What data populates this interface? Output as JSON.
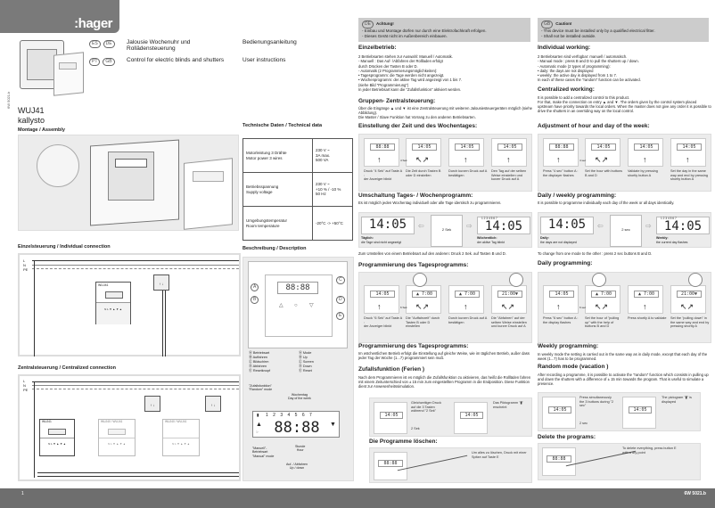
{
  "header": {
    "brand": ":hager",
    "lang_badges_row1": [
      "ES",
      "DE"
    ],
    "lang_badges_row2": [
      "PT",
      "GB"
    ],
    "title_de": "Jalousie Wochenuhr und Rollädensteuerung",
    "title_en": "Control for electric blinds and shutters",
    "doc_type_de": "Bedienungsanleitung",
    "doc_type_en": "User instructions",
    "side_code": "6W 5021.b",
    "model": "WUJ41",
    "model_line": "kallysto"
  },
  "left": {
    "assembly_heading": "Montage / Assembly",
    "individual_heading": "Einzelsteuerung / Individual connection",
    "centralized_heading": "Zentralsteuerung / Centralized connection",
    "wire_labels": [
      "L",
      "N",
      "PE"
    ],
    "individual_device": "WUJ41",
    "terminals": "N L ▼ ▲  ▼ ▲",
    "central_devices": [
      "WUJ41",
      "WUJ40 / WUJ41",
      "WUJ40 / WUJ41"
    ]
  },
  "tech": {
    "heading": "Technische Daten / Technical data",
    "rows": [
      {
        "label": "Motorleistung 3 Drähte\nMotor power 3 wires",
        "value": "230 V ~\n3A max.\n500 VA"
      },
      {
        "label": "Betriebsspannung\nSupply voltage",
        "value": "230 V ~\n+10 % / -10 %\n50 Hz"
      },
      {
        "label": "Umgebungstemperatur\nRoom temperature",
        "value": "-20°C -> +50°C"
      }
    ]
  },
  "description": {
    "heading": "Beschreibung / Description",
    "callouts": [
      "A",
      "B",
      "C",
      "D",
      "E"
    ],
    "legend_de": [
      "Ⓐ Betriebsart",
      "Ⓑ Auffahren",
      "Ⓒ Bildschirm",
      "Ⓓ Abfahren",
      "Ⓔ Resetknopf"
    ],
    "legend_en": [
      "Ⓐ Mode",
      "Ⓑ Up",
      "Ⓒ Screen",
      "Ⓓ Down",
      "Ⓔ Reset"
    ],
    "random_label": "\"Zufallsfunktion\"\n\"Random\" mode",
    "weekday_label": "Wochentag\nDay of the week",
    "days": "1 2 3 4 5 6 7",
    "display": "88:88",
    "manual_label": "\"Manuell\"-\nBetriebsart\n\"Manual\" mode",
    "hour_label": "Stunde\nHour",
    "updown_label": "Auf- / Abfahren\nUp / down"
  },
  "de": {
    "alert_title": "Achtung!",
    "alert_lines": [
      "- Einbau und Montage dürfen nur durch eine Elektrofachkraft erfolgen.",
      "- Dieses Gerät nicht im Außenbereich einbauen."
    ],
    "einzel_heading": "Einzelbetrieb:",
    "einzel_text": "2 Betriebsarten stehen zur Auswahl: Manuell / Automatik.\n- Manuell : Das Auf- /Abfahren der Rollladen erfolgt\n                durch Drücken der Tasten B oder D.\n- Automatik (2 Programmierungsmöglichkeiten):\n  • Tagesprogramm: die Tage werden nicht angezeigt.\n  • Wochenprogramm: der aktive Tag wird angezeigt von 1 bis 7.\n   (siehe Bild \"Programmierung\")\nIn jeder Betriebsart kann die \"Zufallsfunktion\" aktiviert werden.",
    "gruppen_heading": "Gruppen- Zentralsteuerung:",
    "gruppen_text": "Über die Eingänge ▲ und ▼ ist eine Zentralsteuerung mit weiteren Jalousiesteuergeräten möglich (siehe Abbildung).\nDie Master / Slave Funktion hat Vorrang zu den anderen Betriebsarten.",
    "zeit_heading": "Einstellung der Zeit und des Wochentages:",
    "zeit_steps": [
      "Druck \"4 Sek\" auf Taste A :\nder Anzeiger blinkt",
      "Die Zeit durch Tasten B oder D einstellen",
      "Durch kurzen Druck auf A bestätigen",
      "Den Tag auf der selben Weise einstellen und kurzer Druck auf A"
    ],
    "zeit_lcd": [
      "88:88",
      "14:05",
      "14:05",
      "14:05"
    ],
    "sec4": "4 Sek",
    "umschalt_heading": "Umschaltung Tages- / Wochenprogramm:",
    "umschalt_text": "Es ist möglich jeden Wochentag individuell oder alle Tage identisch zu programmieren.",
    "daily_label": "Täglich:",
    "daily_sub": "die Tage sind nicht angezeigt",
    "weekly_label": "Wöchentlich:",
    "weekly_sub": "der aktive Tag blinkt",
    "time": "14:05",
    "sec2": "2 Sek",
    "umstellen": "Zum Umstellen von einem Betriebsart auf den anderen: Druck 2 Sek. auf Tasten B und D.",
    "tages_heading": "Programmierung des Tagesprogramms:",
    "tages_steps": [
      "Druck \"6 Sek\" auf Taste A :\nder Anzeiger blinkt",
      "Die \"Auffahrzeit\" durch Tasten B oder D einstellen",
      "Durch kurzen Druck auf A bestätigen",
      "Die \"Abfahren\" auf der selben Weise einstellen und kurzer Druck auf A"
    ],
    "tages_lcd": [
      "14:05",
      "▲ 7:00",
      "▲ 7:00",
      "21:00▼"
    ],
    "sec6": "6 Sek",
    "wochen_heading": "Programmierung des Tagesprogramms:",
    "wochen_text": "Im wöchentlichen Betrieb erfolgt die Einstellung auf gleiche Weise, wie im täglichen Betrieb, außer dass jeder Tag der Woche (1...7) programmiert sein muß.",
    "zufall_heading": "Zufallsfunktion (Ferien )",
    "zufall_text": "Nach dem Programmieren ist es möglich die Zufallsfunktion zu aktivieren, das heißt die Rollläden fahren mit einem Zeitunterschied von ± 15 min zum eingestellten Programm in die Endposition. Diese Funktion dient zur Anwesenheitssimulation.",
    "zufall_step1": "Gleichzeitiger Druck auf die 3 Tasten während \"2 Sek\"",
    "zufall_step2": "Das Piktogramm \"▮\" erscheint",
    "loeschen_heading": "Die Programme löschen:",
    "loeschen_text": "Um alles zu löschen, Druck mit einer Spitze auf Taste E"
  },
  "en": {
    "alert_title": "Caution!",
    "alert_lines": [
      "- This device must be installed only by a qualified electrical fitter.",
      "- Shall not be installed outside."
    ],
    "indiv_heading": "Individual working:",
    "indiv_text": "2 Betriebsarten sind verfügbar: manuell / automatisch.\n- Manual mode : press B and D to pull the shutters up / down.\n- Automatic mode (2 types of programming):\n  • daily: the days are not displayed\n  • weekly: the active day is displayed from 1 to 7.\nIn each of these cases the \"random\" function can be activated.",
    "central_heading": "Centralized working:",
    "central_text": "It is possible to add a centralized control to this product.\nFor that, make the connection on entry ▲ and ▼. The orders given by the control system placed upstream have priority towards the local orders. When the master does not give any order it is possible to drive the shutters in an overriding way on the local control.",
    "adj_heading": "Adjustment of hour and day of the week:",
    "adj_steps": [
      "Press \"4 sec\" button A : the displayer flashes",
      "Set the hour with buttons B and D",
      "Validate by pressing shortly button A",
      "Set the day in the same way and end by pressing shortly button A"
    ],
    "adj_lcd": [
      "88:88",
      "14:05",
      "14:05",
      "14:05"
    ],
    "sec4": "4 sec",
    "dw_heading": "Daily / weekly programming:",
    "dw_text": "It is possible to programme individually each day of the week or all days identically.",
    "daily_label": "Daily:",
    "daily_sub": "the days are not displayed",
    "weekly_label": "Weekly:",
    "weekly_sub": "the current day flashes",
    "time": "14:05",
    "sec2": "2 sec",
    "change": "To change from one mode to the other : press 2 sec buttons B and D.",
    "daily_heading": "Daily programming:",
    "daily_steps": [
      "Press \"6 sec\" button A : the display flashes",
      "Set the hour of \"pulling up\" with the help of buttons B and D",
      "Press shortly A to validate",
      "Set the \"pulling down\" in the same way and end by pressing shortly A"
    ],
    "daily_lcd": [
      "14:05",
      "▲ 7:00",
      "▲ 7:00",
      "21:00▼"
    ],
    "sec6": "6 sec",
    "weekly_heading": "Weekly programming:",
    "weekly_text": "In weekly mode the setting is carried out in the same way as in daily mode, except that each day of the week (1...7) has to be programmed.",
    "random_heading": "Random mode (vacation )",
    "random_text": "After recording a programme, it is possible to activate the \"random\" function which consists in pulling up and down the shutters with a difference of ± 15 min towards the program. That is useful to simulate a presence.",
    "random_step1": "Press simultaneously the 3 buttons during \"2 sec\"",
    "random_step2": "The pictogram \"▮\" is displayed",
    "delete_heading": "Delete the programs:",
    "delete_text": "To delete everything, press button E with a dry-point"
  },
  "footer": {
    "page": "1",
    "code": "6W 5021.b"
  }
}
